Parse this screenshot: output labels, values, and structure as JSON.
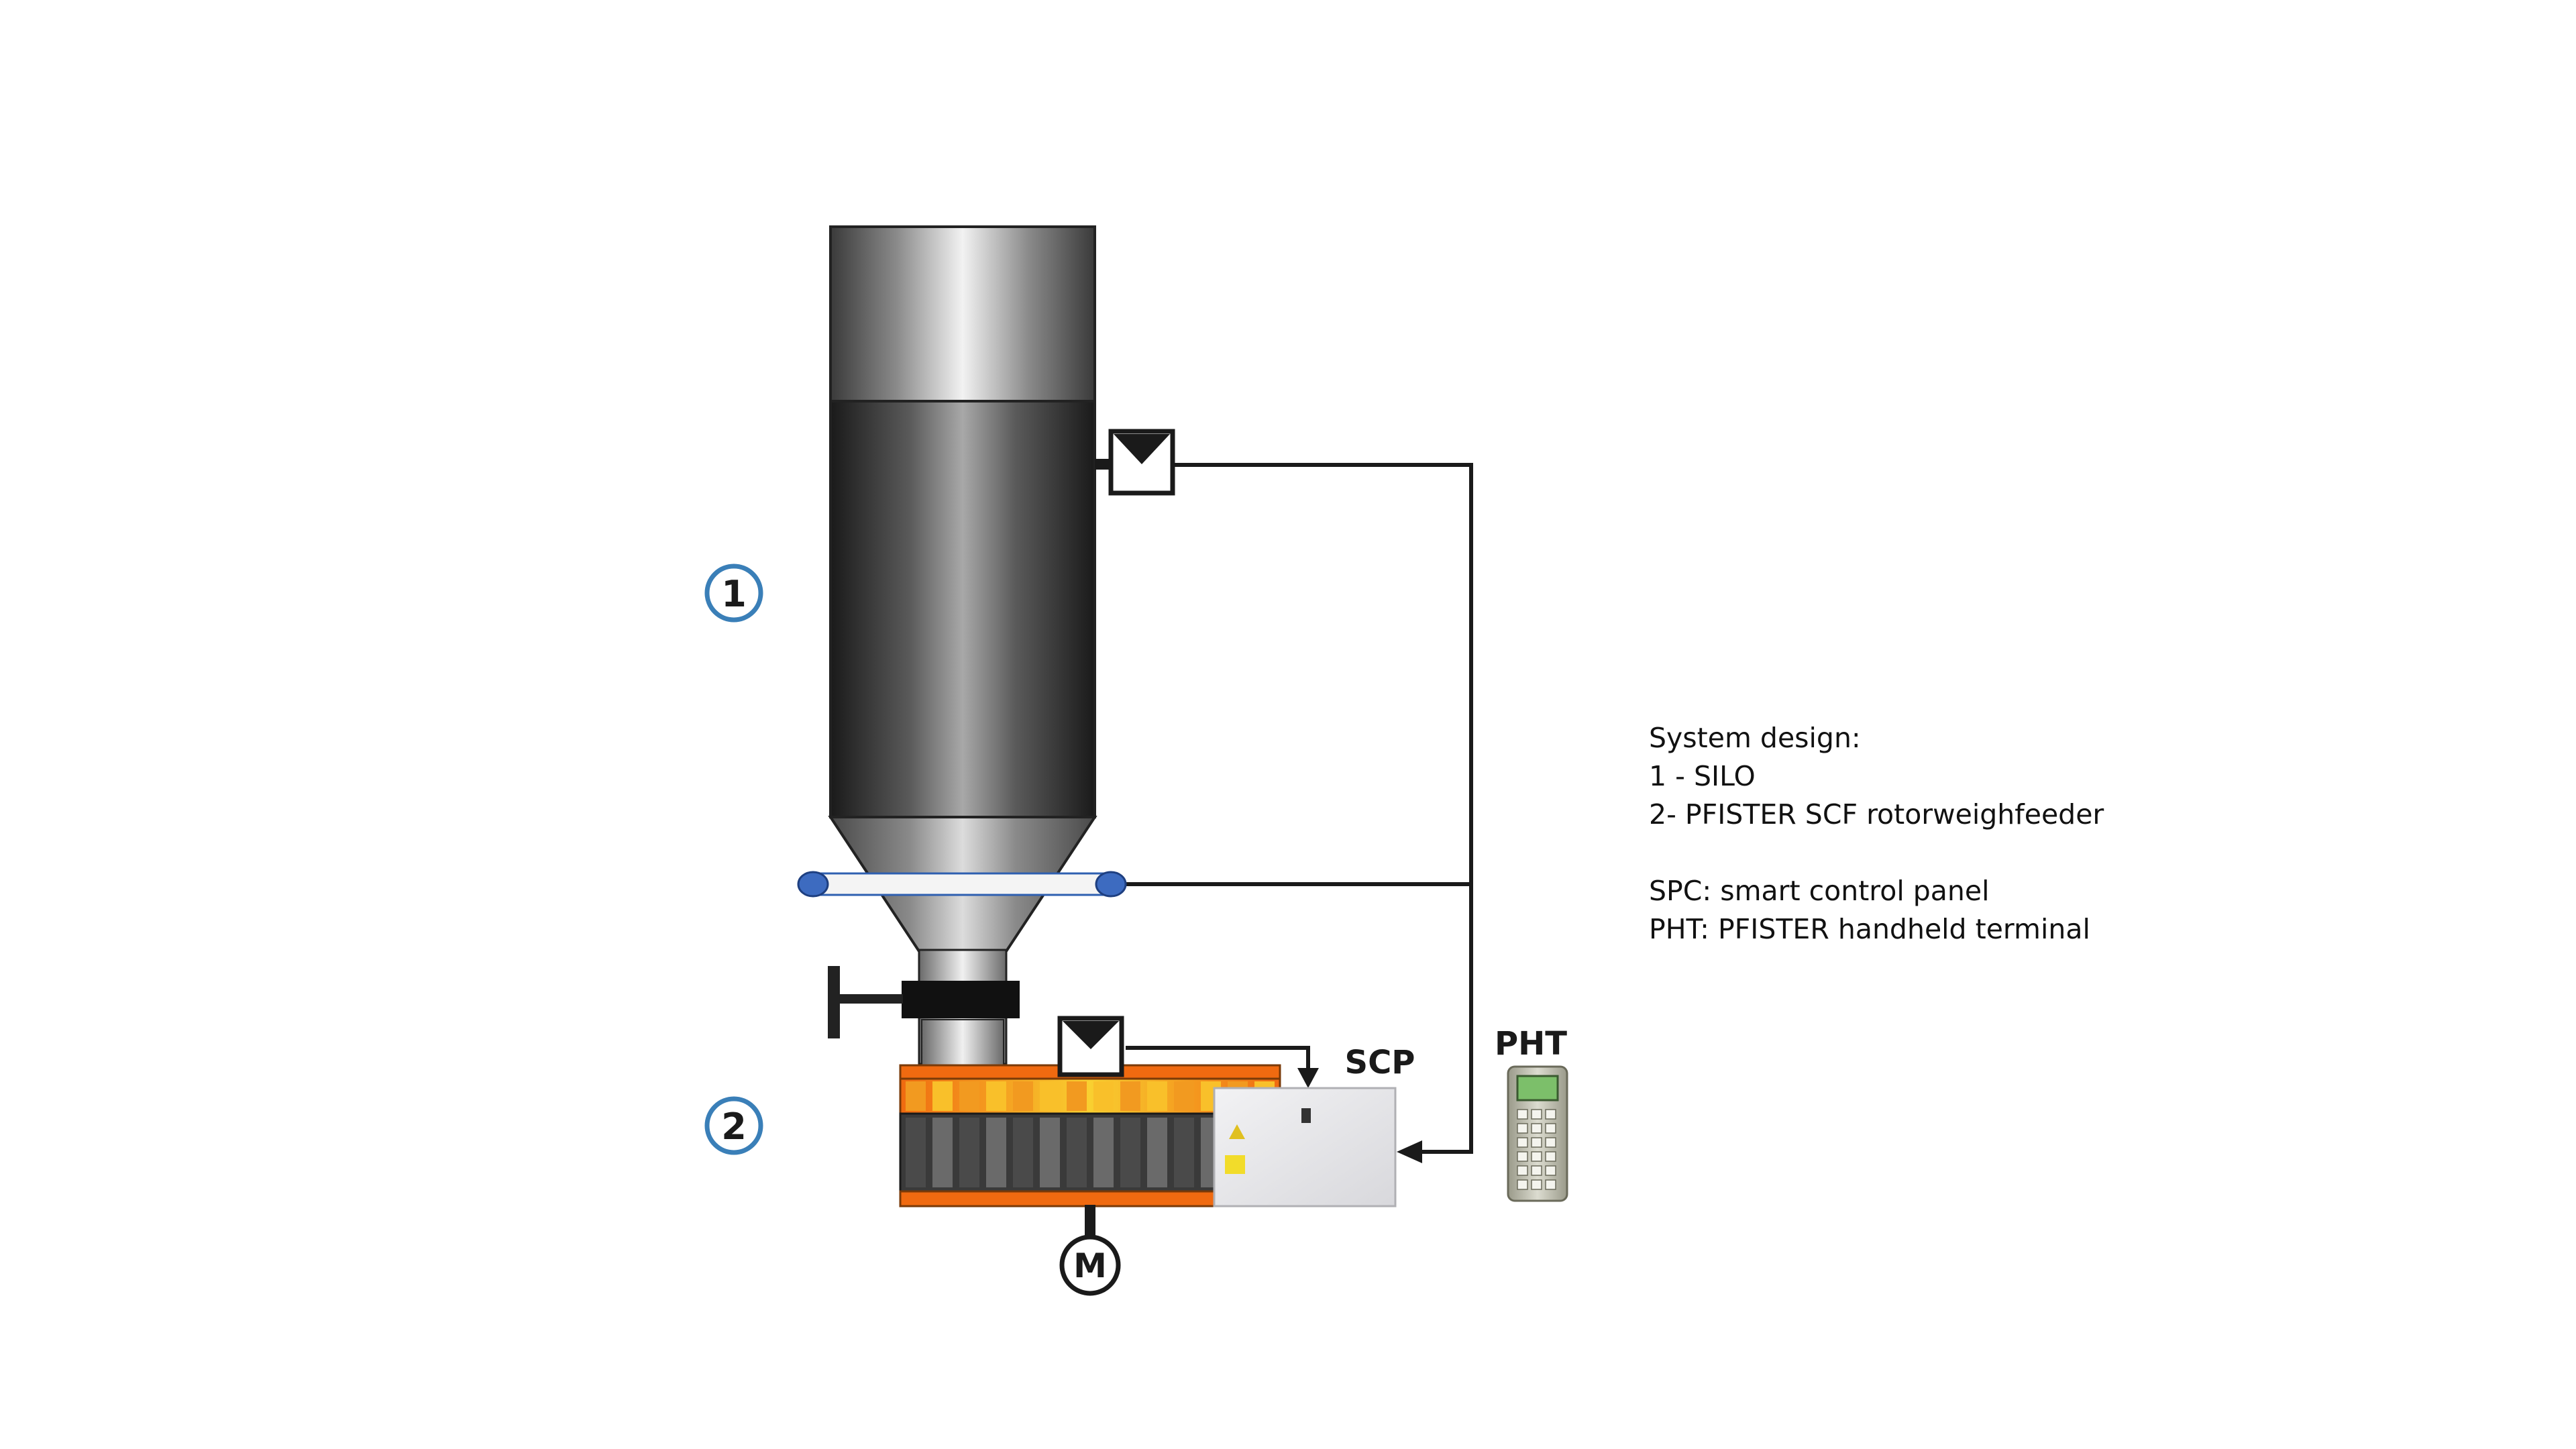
{
  "diagram": {
    "markers": {
      "silo": "1",
      "feeder": "2"
    },
    "labels": {
      "scp": "SCP",
      "pht": "PHT",
      "motor": "M"
    }
  },
  "legend": {
    "title": "System design:",
    "item1": "1 - SILO",
    "item2": "2- PFISTER SCF rotorweighfeeder",
    "item3": "SPC: smart control panel",
    "item4": "PHT: PFISTER handheld terminal"
  },
  "colors": {
    "line": "#1a1a1a",
    "marker_ring": "#3a7fb8",
    "feeder_orange": "#f28a1c",
    "feeder_yellow": "#f7c224",
    "sensor_blue": "#2e5fb0"
  }
}
